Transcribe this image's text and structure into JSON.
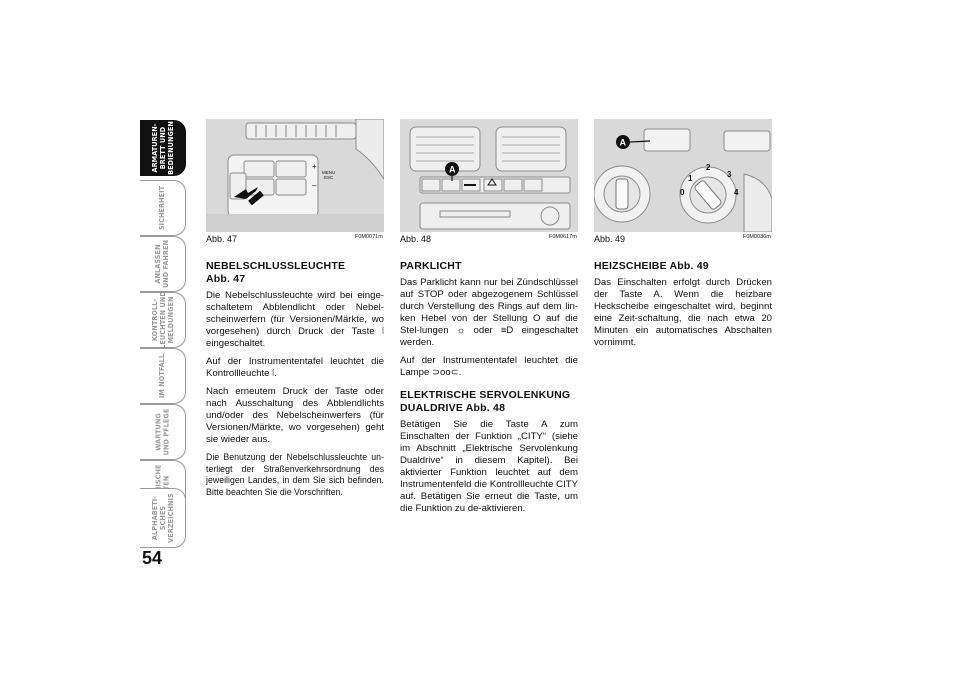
{
  "side_tabs": [
    {
      "label": "ARMATUREN-\nBRETT UND\nBEDIENUNGEN",
      "active": true
    },
    {
      "label": "SICHERHEIT",
      "active": false
    },
    {
      "label": "ANLASSEN\nUND FAHREN",
      "active": false
    },
    {
      "label": "KONTROLL-\nLEUCHTEN UND\nMELDUNGEN",
      "active": false
    },
    {
      "label": "IM NOTFALL",
      "active": false
    },
    {
      "label": "WARTUNG\nUND PFLEGE",
      "active": false
    },
    {
      "label": "TECHNISCHE\nDATEN",
      "active": false
    },
    {
      "label": "ALPHABETI-\nSCHES\nVERZEICHNIS",
      "active": false
    }
  ],
  "page_number": "54",
  "figures": [
    {
      "caption": "Abb. 47",
      "code": "F0M0071m",
      "labels": {
        "menu": "MENU",
        "esc": "ESC",
        "plus": "+",
        "minus": "–"
      }
    },
    {
      "caption": "Abb. 48",
      "code": "F0M0617m",
      "labels": {
        "callout": "A"
      }
    },
    {
      "caption": "Abb. 49",
      "code": "F0M0036m",
      "labels": {
        "callout": "A",
        "dial_1": "1",
        "dial_2": "2",
        "dial_3": "3",
        "dial_4": "4",
        "dial_0": "0"
      }
    }
  ],
  "col1": {
    "heading": "NEBELSCHLUSSLEUCHTE\nAbb. 47",
    "p1": "Die Nebelschlussleuchte wird bei einge-schaltetem Abblendlicht oder Nebel-scheinwerfern (für Versionen/Märkte, wo vorgesehen) durch Druck der Taste ⦚ eingeschaltet.",
    "p2": "Auf der Instrumententafel leuchtet die Kontrollleuchte ⦚.",
    "p3": "Nach erneutem Druck der Taste oder nach Ausschaltung des Abblendlichts und/oder des Nebelscheinwerfers (für Versionen/Märkte, wo vorgesehen) geht sie wieder aus.",
    "p4": "Die Benutzung der Nebelschlussleuchte un-terliegt der Straßenverkehrsordnung des jeweiligen Landes, in dem Sie sich befinden. Bitte beachten Sie die Vorschriften."
  },
  "col2": {
    "heading1": "PARKLICHT",
    "p1": "Das Parklicht kann nur bei Zündschlüssel auf STOP oder abgezogenem Schlüssel durch Verstellung des Rings auf dem lin-ken Hebel von der Stellung O auf die Stel-lungen ☼ oder ≡D eingeschaltet werden.",
    "p2": "Auf der Instrumententafel leuchtet die Lampe ⊃oo⊂.",
    "heading2": "ELEKTRISCHE SERVOLENKUNG\nDUALDRIVE Abb. 48",
    "p3": "Betätigen Sie die Taste A zum Einschalten der Funktion „CITY“ (siehe im Abschnitt „Elektrische Servolenkung Dualdrive“ in diesem Kapitel). Bei aktivierter Funktion leuchtet auf dem Instrumentenfeld die Kontrollleuchte CITY auf. Betätigen Sie erneut die Taste, um die Funktion zu de-aktivieren."
  },
  "col3": {
    "heading": "HEIZSCHEIBE Abb. 49",
    "p1": "Das Einschalten erfolgt durch Drücken der Taste A. Wenn die heizbare Heckscheibe eingeschaltet wird, beginnt eine Zeit-schaltung, die nach etwa 20 Minuten ein automatisches Abschalten vornimmt."
  }
}
